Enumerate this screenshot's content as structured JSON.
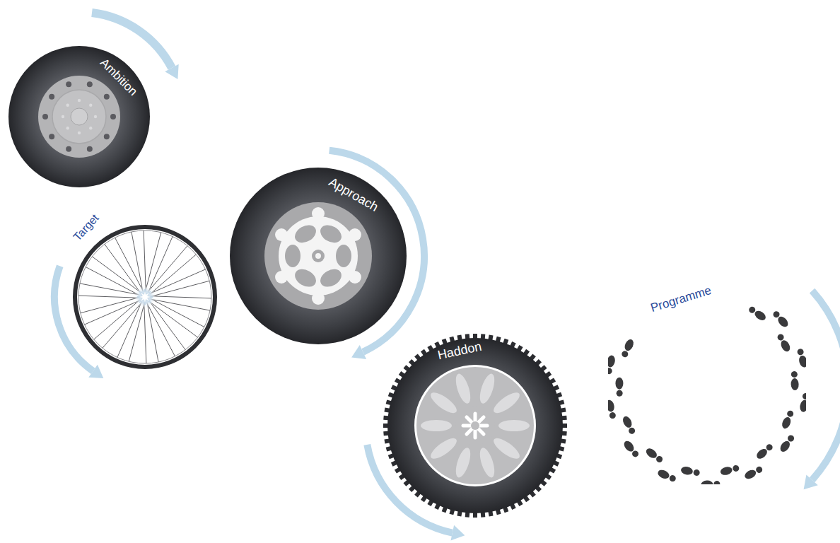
{
  "diagram": {
    "nodes": [
      {
        "text": [
          "Ambition"
        ]
      },
      {
        "text": [
          "Target"
        ]
      },
      {
        "text": [
          "Approach"
        ]
      },
      {
        "text": [
          "Haddon"
        ]
      },
      {
        "text": [
          "Programme"
        ]
      }
    ]
  }
}
